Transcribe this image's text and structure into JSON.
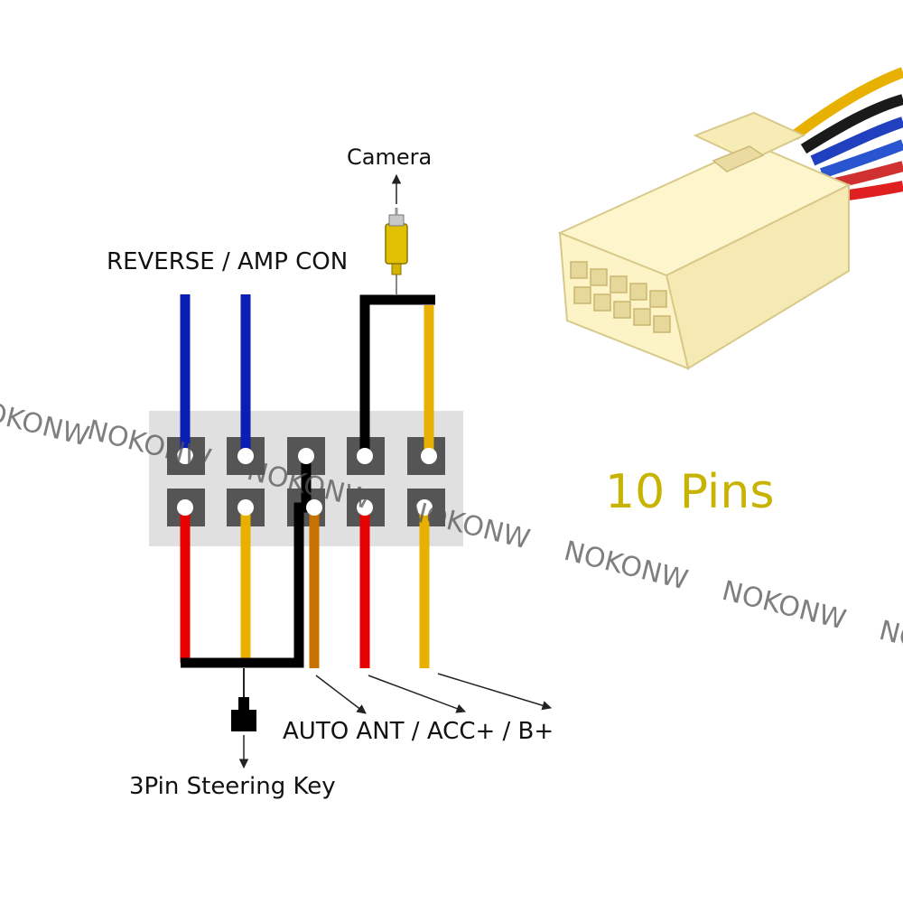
{
  "labels": {
    "camera": "Camera",
    "reverse_amp": "REVERSE / AMP CON",
    "title": "10 Pins",
    "auto_ant": "AUTO ANT / ACC+ / B+",
    "steering": "3Pin  Steering Key"
  },
  "watermark": {
    "text": "NOKONW"
  },
  "colors": {
    "title": "#c8b400",
    "blue_wire": "#0a1eb4",
    "yellow_wire": "#e8b000",
    "red_wire": "#e60000",
    "orange_wire": "#c87000",
    "black_wire": "#000000",
    "block": "#e0e0e0",
    "pin": "#555555",
    "connector_body": "#fbf2c0"
  },
  "connector_pins": 10
}
